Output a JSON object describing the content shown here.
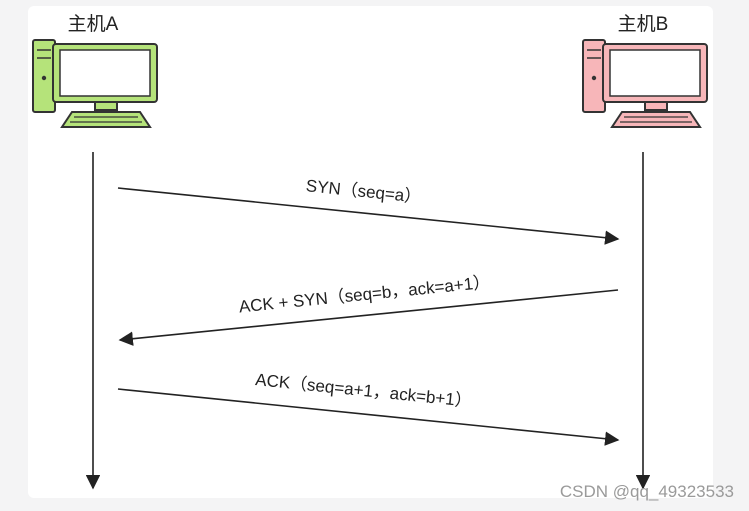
{
  "host_a": {
    "label": "主机A",
    "icon": "desktop-computer-icon",
    "color": "#b5e37a"
  },
  "host_b": {
    "label": "主机B",
    "icon": "desktop-computer-icon",
    "color": "#f7b6b9"
  },
  "messages": [
    {
      "label": "SYN（seq=a）",
      "direction": "A-to-B"
    },
    {
      "label": "ACK + SYN（seq=b，ack=a+1）",
      "direction": "B-to-A"
    },
    {
      "label": "ACK（seq=a+1，ack=b+1）",
      "direction": "A-to-B"
    }
  ],
  "watermark": "CSDN @qq_49323533",
  "colors": {
    "line": "#222222",
    "outline": "#333333",
    "screen": "#ffffff"
  }
}
